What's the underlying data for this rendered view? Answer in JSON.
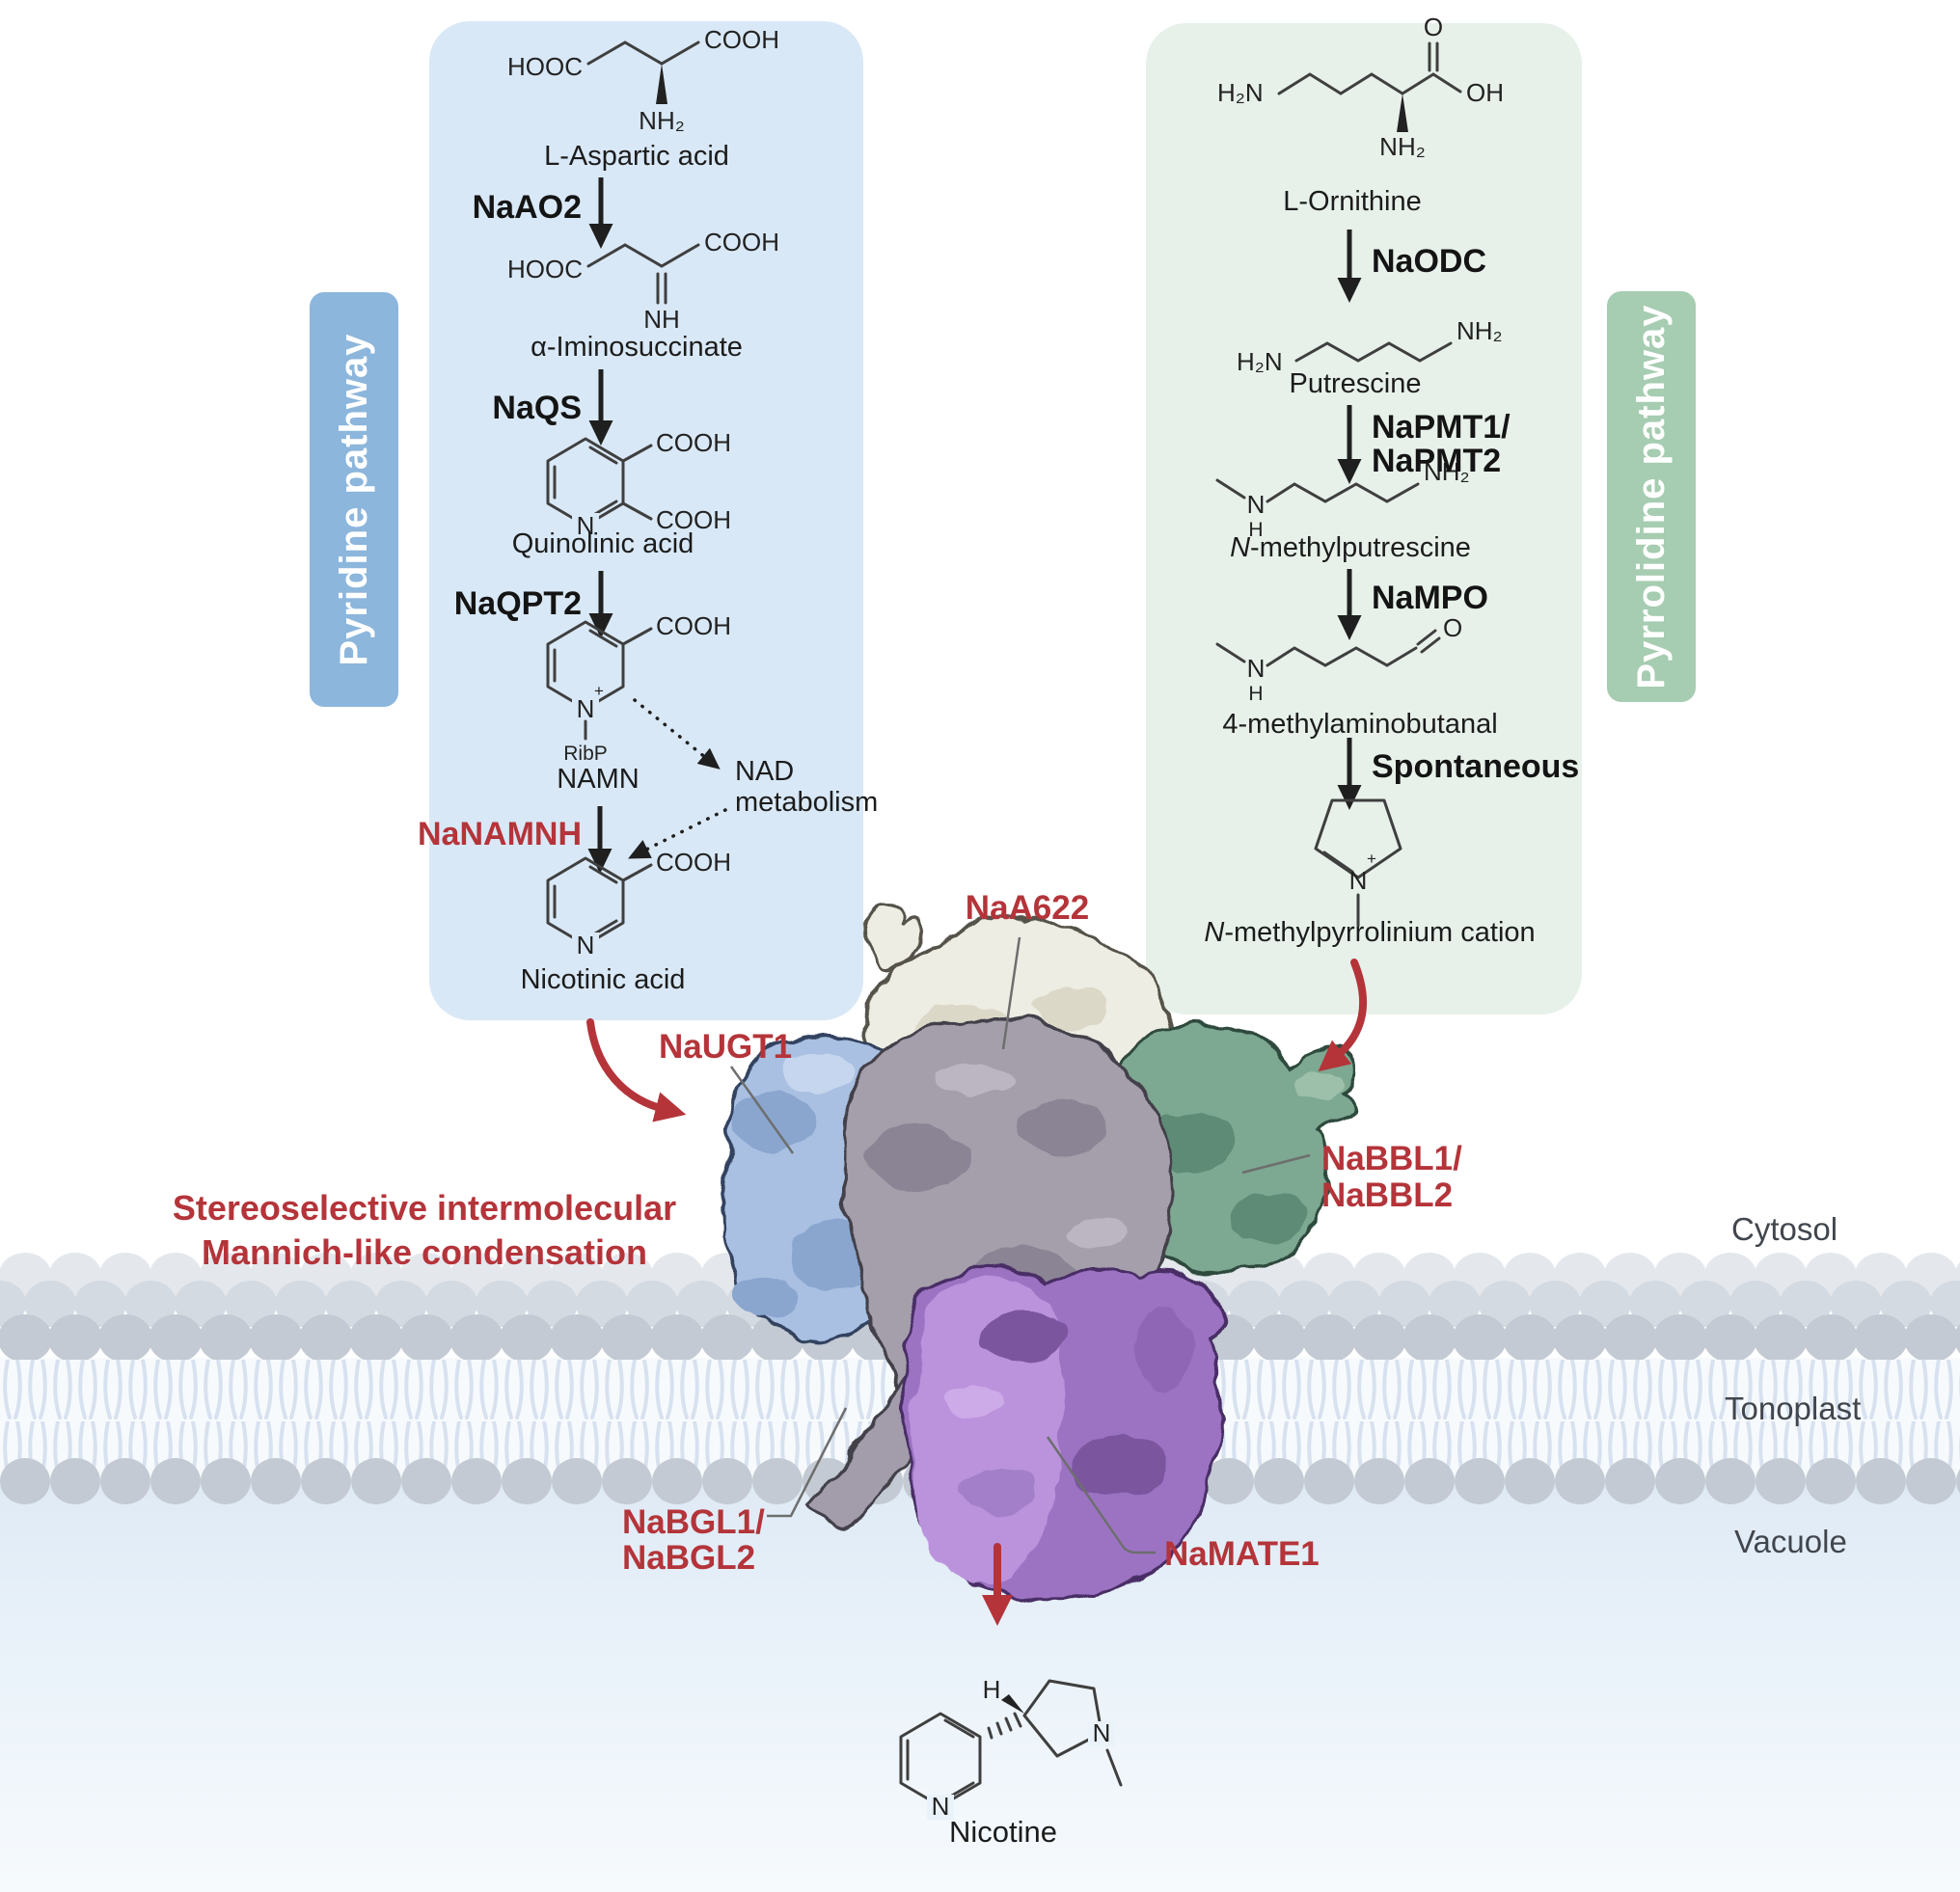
{
  "pyridine": {
    "pathway_label": "Pyridine pathway",
    "compound1": "L-Aspartic acid",
    "enzyme1": "NaAO2",
    "compound2": "α-Iminosuccinate",
    "enzyme2": "NaQS",
    "compound3": "Quinolinic acid",
    "enzyme3": "NaQPT2",
    "compound4": "NAMN",
    "enzyme4": "NaNAMNH",
    "compound5": "Nicotinic acid",
    "nad_line1": "NAD",
    "nad_line2": "metabolism"
  },
  "pyrrolidine": {
    "pathway_label": "Pyrrolidine pathway",
    "compound1": "L-Ornithine",
    "enzyme1": "NaODC",
    "compound2": "Putrescine",
    "enzyme2_line1": "NaPMT1/",
    "enzyme2_line2": "NaPMT2",
    "compound3_prefix": "N",
    "compound3_rest": "-methylputrescine",
    "enzyme3": "NaMPO",
    "compound4": "4-methylaminobutanal",
    "enzyme4": "Spontaneous",
    "compound5_prefix": "N",
    "compound5_rest": "-methylpyrrolinium cation"
  },
  "complex": {
    "naa622": "NaA622",
    "naugt1": "NaUGT1",
    "nabbl_line1": "NaBBL1/",
    "nabbl_line2": "NaBBL2",
    "nabgl_line1": "NaBGL1/",
    "nabgl_line2": "NaBGL2",
    "namate1": "NaMATE1",
    "reaction_line1": "Stereoselective intermolecular",
    "reaction_line2": "Mannich-like condensation"
  },
  "membrane": {
    "cytosol": "Cytosol",
    "tonoplast": "Tonoplast",
    "vacuole": "Vacuole"
  },
  "product": {
    "name": "Nicotine"
  },
  "atoms": {
    "hooc": "HOOC",
    "cooh": "COOH",
    "nh2": "NH₂",
    "h2n": "H₂N",
    "nh": "NH",
    "n": "N",
    "plus": "+",
    "o": "O",
    "oh": "OH",
    "ribp": "RibP",
    "h": "H"
  },
  "colors": {
    "red_label": "#b4343a",
    "pyridine_box": "#d9e8f6",
    "pyridine_tab": "#8cb6dc",
    "pyrrolidine_box": "#e7f1ea",
    "pyrrolidine_tab": "#a6ccb1",
    "protein_blue": "#a9c0e2",
    "protein_cream": "#eeede3",
    "protein_gray": "#a59fab",
    "protein_green": "#7da892",
    "protein_purple": "#b18ad6"
  }
}
